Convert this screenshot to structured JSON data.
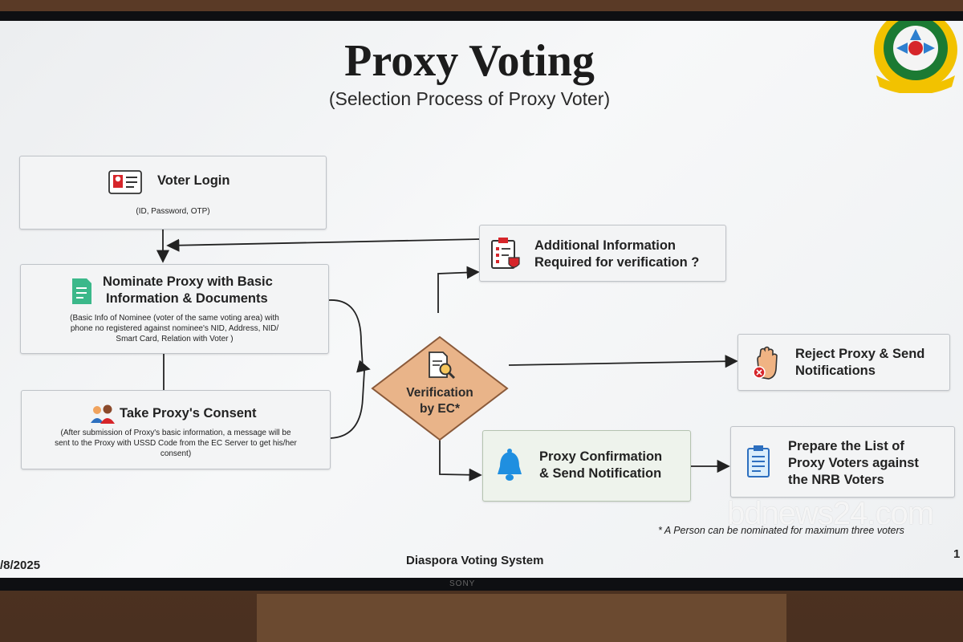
{
  "slide": {
    "title": "Proxy Voting",
    "subtitle": "(Selection Process of Proxy Voter)",
    "footnote": "* A Person can be nominated for maximum three voters",
    "footer_date": "/8/2025",
    "footer_system": "Diaspora Voting System",
    "page_number": "1",
    "watermark": "bdnews24.com",
    "monitor_brand": "SONY"
  },
  "steps": {
    "voter_login": {
      "title": "Voter Login",
      "detail": "(ID, Password, OTP)",
      "icon": "id-card-icon"
    },
    "nominate": {
      "title_line1": "Nominate Proxy with Basic",
      "title_line2": "Information & Documents",
      "detail_line1": "(Basic Info of Nominee (voter of the same voting area) with",
      "detail_line2": "phone no registered against nominee's NID, Address, NID/",
      "detail_line3": "Smart Card, Relation with Voter )",
      "icon": "document-icon"
    },
    "consent": {
      "title": "Take Proxy's Consent",
      "detail_line1": "(After submission of Proxy's basic information, a message will be",
      "detail_line2": "sent to the Proxy  with USSD Code from the EC Server to get his/her",
      "detail_line3": "consent)",
      "icon": "people-icon"
    },
    "additional_info": {
      "title_line1": "Additional Information",
      "title_line2": "Required for verification ?",
      "icon": "checklist-icon"
    },
    "verification": {
      "line1": "Verification",
      "line2": "by EC*",
      "icon": "magnifier-document-icon"
    },
    "reject": {
      "title_line1": "Reject Proxy & Send",
      "title_line2": "Notifications",
      "icon": "stop-hand-icon"
    },
    "confirmation": {
      "title_line1": "Proxy Confirmation",
      "title_line2": "& Send Notification",
      "icon": "bell-icon"
    },
    "prepare_list": {
      "title_line1": "Prepare the List of",
      "title_line2": "Proxy Voters against",
      "title_line3": "the NRB Voters",
      "icon": "clipboard-icon"
    }
  },
  "colors": {
    "diamond_fill": "#e9b489",
    "diamond_border": "#8a5a3a",
    "bell": "#1f8fe0",
    "box_border": "#bfc3c8",
    "connector": "#222222"
  }
}
